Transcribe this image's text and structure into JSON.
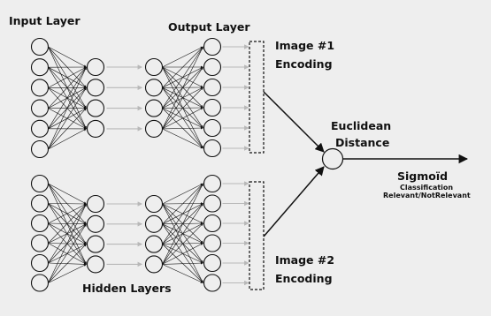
{
  "labels": {
    "input_layer": "Input Layer",
    "output_layer": "Output Layer",
    "hidden_layers": "Hidden Layers",
    "image1_line1": "Image #1",
    "image1_line2": "Encoding",
    "image2_line1": "Image #2",
    "image2_line2": "Encoding",
    "euclidean_line1": "Euclidean",
    "euclidean_line2": "Distance",
    "sigmoid": "Sigmoïd",
    "classification_line1": "Classification",
    "classification_line2": "Relevant/NotRelevant"
  },
  "colors": {
    "background": "#eeeeee",
    "node_stroke": "#111111",
    "skip_arrow": "#b8b8b8",
    "text": "#111111"
  }
}
